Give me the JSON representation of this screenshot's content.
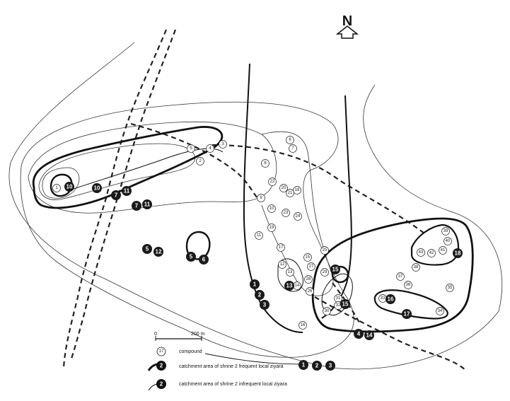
{
  "north": {
    "label": "N"
  },
  "scale": {
    "start": "0",
    "end": "200 m"
  },
  "legend": {
    "compound": {
      "symbol": "17",
      "text": "compound"
    },
    "frequent": {
      "symbol": "2",
      "text": "catchment area of shrine 2 frequent local ziyara"
    },
    "infrequent": {
      "symbol": "2",
      "text": "catchment area of shrine 2 infrequent local ziyara"
    }
  },
  "compounds": [
    "1",
    "2",
    "3",
    "4",
    "5",
    "6",
    "7",
    "8",
    "9",
    "10",
    "11",
    "12",
    "13",
    "14",
    "15",
    "16",
    "17",
    "18",
    "19",
    "20",
    "21",
    "22",
    "23",
    "24",
    "25",
    "26",
    "27",
    "28",
    "29",
    "30",
    "31",
    "32",
    "33",
    "34",
    "35",
    "36",
    "37",
    "38",
    "39",
    "40",
    "41",
    "42",
    "43"
  ],
  "shrines": [
    "1",
    "2",
    "3",
    "4",
    "5",
    "6",
    "7",
    "10",
    "11",
    "12",
    "13",
    "14",
    "15",
    "16",
    "17",
    "18"
  ],
  "colors": {
    "ink": "#1a1a1a",
    "paper": "#ffffff"
  }
}
